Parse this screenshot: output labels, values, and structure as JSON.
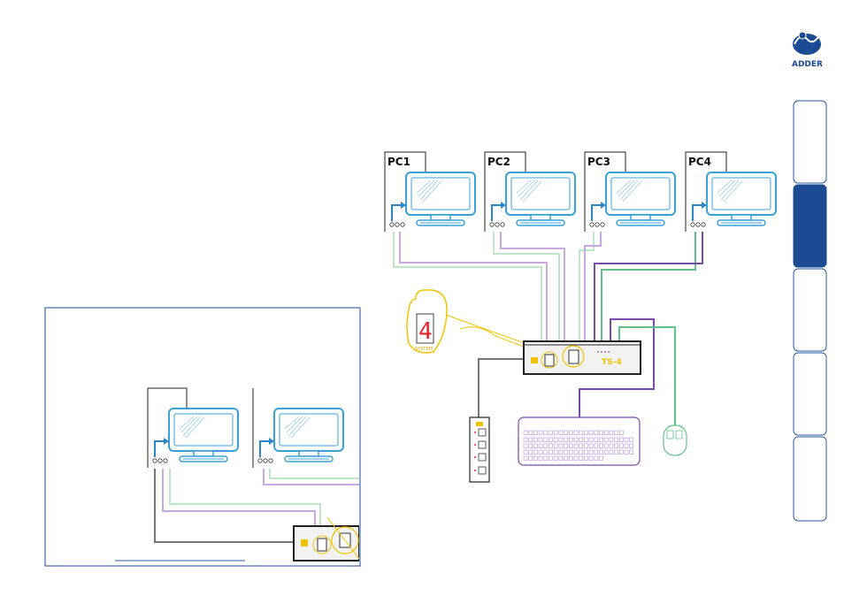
{
  "brand": {
    "name": "ADDER",
    "logo_icon": "adder-snake-logo-icon"
  },
  "diagram": {
    "computers": [
      {
        "label": "PC1"
      },
      {
        "label": "PC2"
      },
      {
        "label": "PC3"
      },
      {
        "label": "PC4"
      }
    ],
    "display": {
      "digit": "4",
      "caption": "SYSTEM"
    },
    "switch": {
      "model": "TS-4"
    }
  },
  "side_tabs": [
    {
      "state": "inactive"
    },
    {
      "state": "active"
    },
    {
      "state": "inactive"
    },
    {
      "state": "inactive"
    },
    {
      "state": "inactive"
    }
  ],
  "colors": {
    "brand_blue": "#1b4b93",
    "cable_purple": "#7a4aa8",
    "cable_lilac": "#c8a8e0",
    "cable_green": "#5fc08a",
    "cable_lightgreen": "#bfe6c8",
    "cable_grey": "#777777",
    "highlight_yellow": "#f2c200",
    "monitor_blue": "#3aa0d8"
  }
}
